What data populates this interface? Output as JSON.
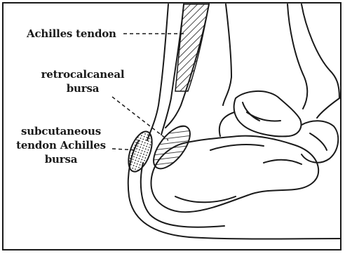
{
  "labels": {
    "achilles_tendon": "Achilles tendon",
    "retrocalcaneal_bursa": [
      "retrocalcaneal",
      "bursa"
    ],
    "subcutaneous_bursa": [
      "subcutaneous",
      "tendon Achilles",
      "bursa"
    ]
  },
  "colors": {
    "line": "#1a1a1a",
    "background": "#ffffff"
  }
}
